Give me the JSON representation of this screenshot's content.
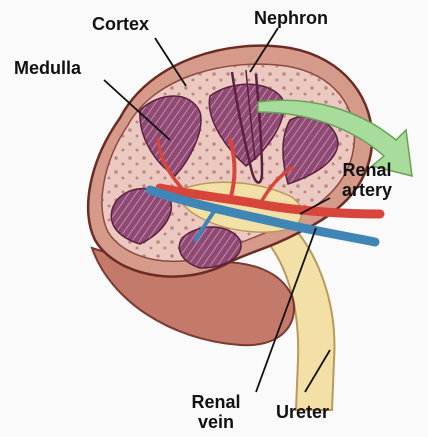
{
  "labels": {
    "cortex": "Cortex",
    "nephron": "Nephron",
    "medulla": "Medulla",
    "renal_artery_line1": "Renal",
    "renal_artery_line2": "artery",
    "renal_vein_line1": "Renal",
    "renal_vein_line2": "vein",
    "ureter": "Ureter"
  },
  "colors": {
    "capsule": "#d59a8a",
    "cortex_fill": "#ecc9c0",
    "pyramid": "#8e4a73",
    "pyramid_stripe": "#c58aad",
    "pelvis": "#f3e0a6",
    "artery": "#d8453a",
    "vein": "#3f86b6",
    "arrow": "#a8dc9a",
    "leader": "#111111"
  }
}
